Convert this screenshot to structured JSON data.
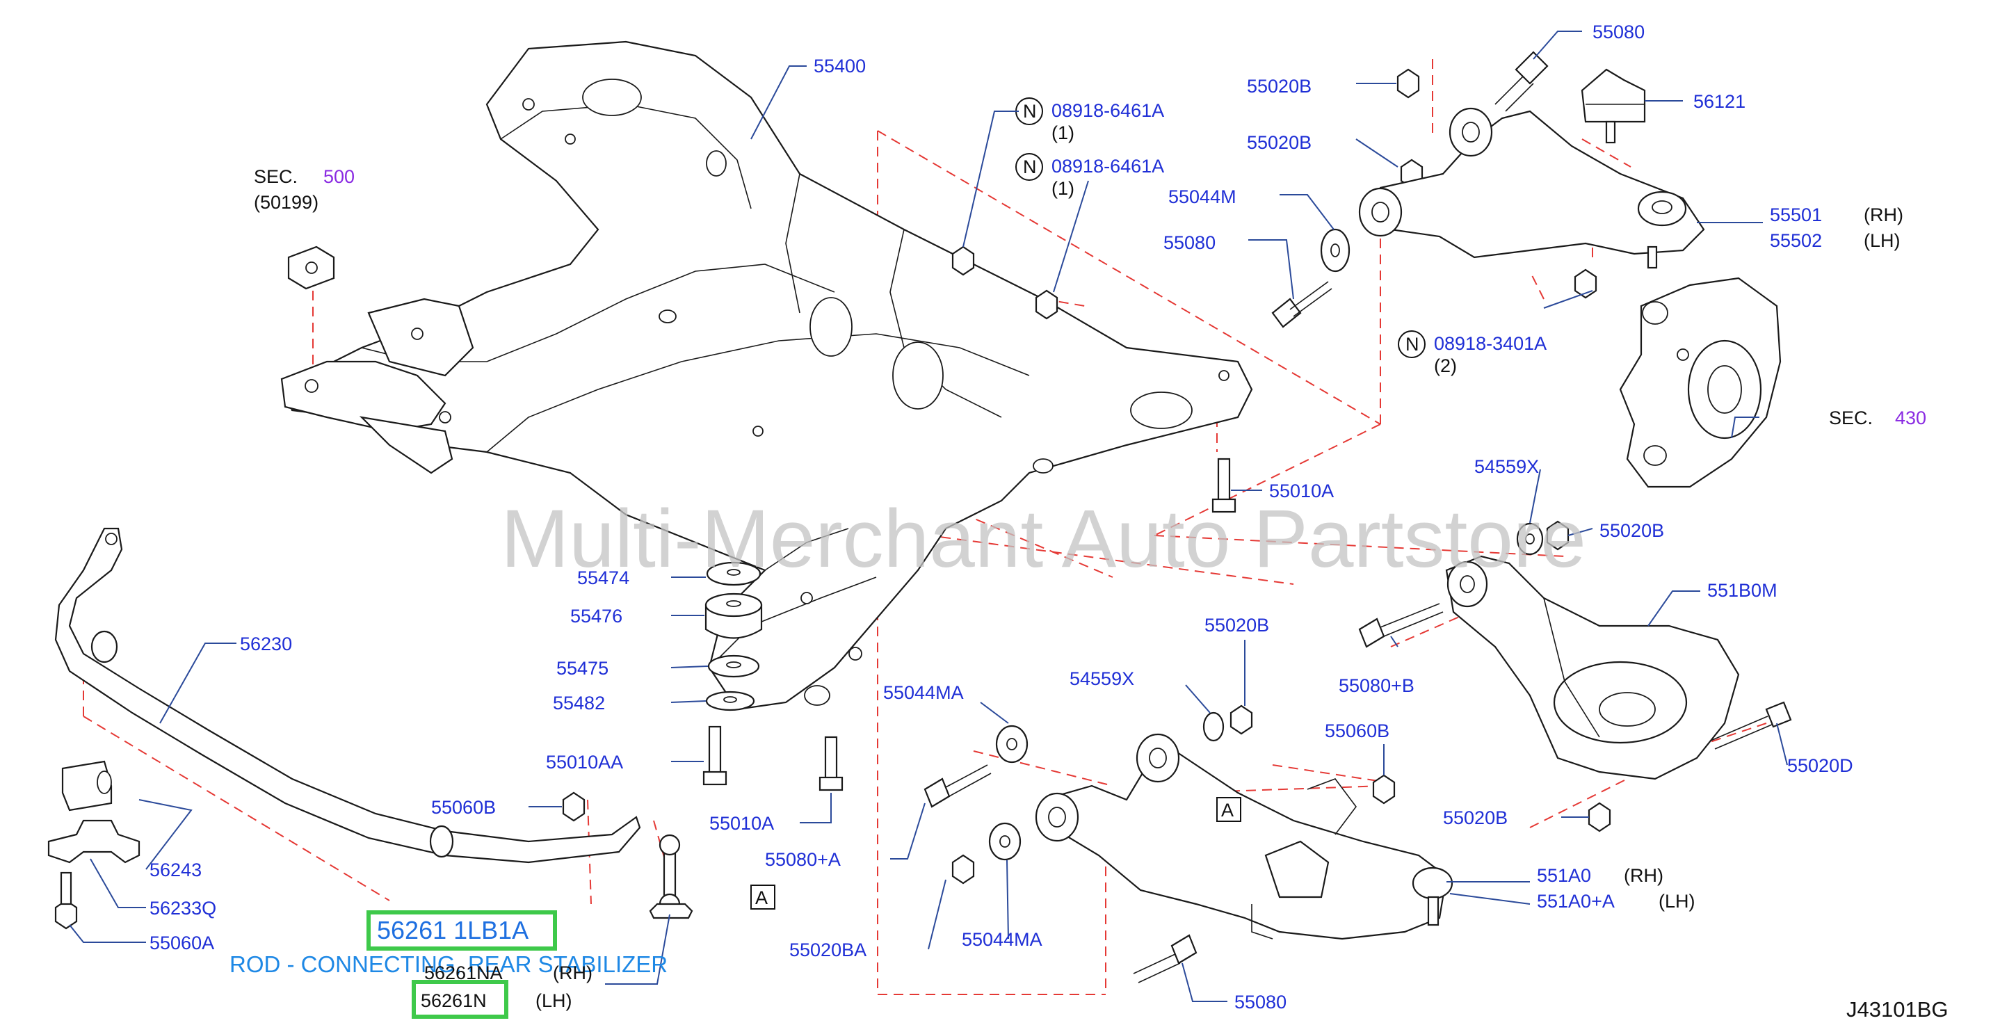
{
  "diagram": {
    "code": "J43101BG",
    "watermark": "Multi-Merchant Auto Partstore",
    "highlighted": {
      "part": "56261 1LB1A",
      "description": "ROD - CONNECTING, REAR STABILIZER",
      "rh_part": "56261NA",
      "rh_side": "(RH)",
      "lh_part": "56261N",
      "lh_side": "(LH)"
    },
    "sections": [
      {
        "label": "SEC.",
        "number": "500",
        "sub": "(50199)"
      },
      {
        "label": "SEC.",
        "number": "430"
      }
    ],
    "n_marks": [
      {
        "symbol": "N",
        "part": "08918-6461A",
        "qty": "(1)"
      },
      {
        "symbol": "N",
        "part": "08918-6461A",
        "qty": "(1)"
      },
      {
        "symbol": "N",
        "part": "08918-3401A",
        "qty": "(2)"
      }
    ],
    "ref_a": "A",
    "labels": [
      "55400",
      "55080",
      "56121",
      "55020B",
      "55020B",
      "55044M",
      "55080",
      "55501",
      "(RH)",
      "55502",
      "(LH)",
      "55010A",
      "54559X",
      "55020B",
      "55474",
      "55476",
      "55475",
      "55482",
      "55010AA",
      "55010A",
      "56230",
      "56243",
      "56233Q",
      "55060A",
      "55060B",
      "55044MA",
      "55080+A",
      "55020BA",
      "55044MA",
      "54559X",
      "55020B",
      "55060B",
      "55080+B",
      "551B0M",
      "55020D",
      "55020B",
      "551A0",
      "(RH)",
      "551A0+A",
      "(LH)",
      "55080"
    ]
  }
}
